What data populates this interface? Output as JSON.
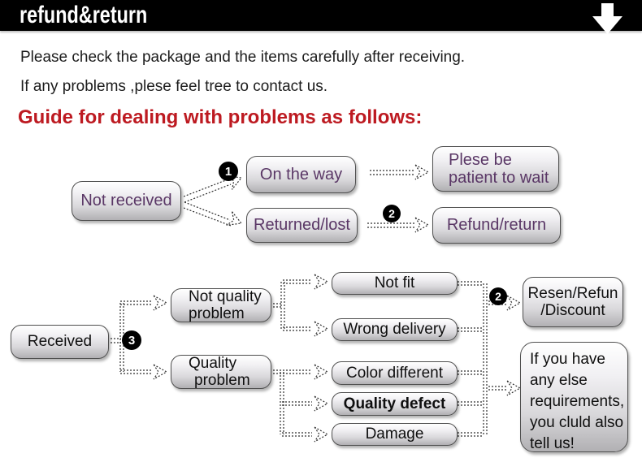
{
  "header": {
    "title": "refund&return",
    "icon": "down-arrow"
  },
  "intro": {
    "line1": "Please check the package and the items carefully after receiving.",
    "line2": "If any problems ,plese feel tree to contact us."
  },
  "guide": {
    "heading": "Guide for dealing with problems as follows:"
  },
  "colors": {
    "header_bg": "#000000",
    "heading_red": "#bd1a21",
    "chart1_text_purple": "#5a3766",
    "chart2_text": "#0f0f0f",
    "node_border": "#4f4f4f",
    "node_fill_top": "#ffffff",
    "node_fill_bottom": "#b1b0b3"
  },
  "chart1": {
    "badge1": "1",
    "badge2": "2",
    "nodes": {
      "not_received": "Not received",
      "on_the_way": "On the way",
      "patient": {
        "lines": [
          "Plese be",
          "patient to wait"
        ]
      },
      "returned_lost": "Returned/lost",
      "refund_return": "Refund/return"
    }
  },
  "chart2": {
    "badge3": "3",
    "badge2": "2",
    "nodes": {
      "received": "Received",
      "not_quality": {
        "lines": [
          "Not quality",
          "problem"
        ]
      },
      "quality": {
        "lines": [
          "Quality",
          "problem"
        ]
      },
      "not_fit": "Not fit",
      "wrong_delivery": "Wrong delivery",
      "color_different": "Color different",
      "quality_defect": "Quality defect",
      "damage": "Damage",
      "resend": {
        "lines": [
          "Resen/Refun",
          "/Discount"
        ]
      },
      "anything_else": {
        "lines": [
          "If you have",
          "any else",
          "requirements,",
          "you cluld also",
          "tell us!"
        ]
      }
    }
  }
}
